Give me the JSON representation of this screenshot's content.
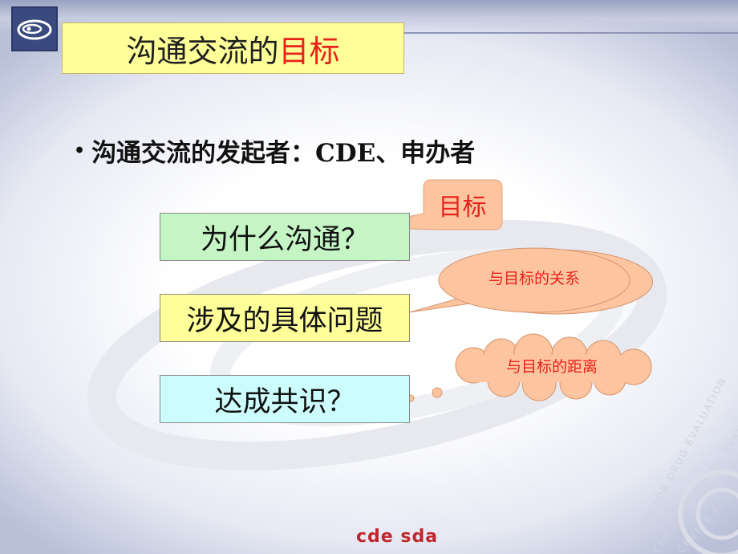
{
  "slide": {
    "title_main": "沟通交流的",
    "title_accent": "目标",
    "bullet_text": "沟通交流的发起者：CDE、申办者",
    "questions": [
      "为什么沟通？",
      "涉及的具体问题",
      "达成共识？"
    ],
    "callouts": {
      "target": "目标",
      "relation": "与目标的关系",
      "distance": "与目标的距离"
    },
    "footer": "cde sda",
    "watermark_text": "CENTER FOR DRUG EVALUATION"
  },
  "colors": {
    "title_bg": "#ffff99",
    "accent_red": "#e8231b",
    "box_green": "#c5f5c5",
    "box_yellow": "#ffff99",
    "box_cyan": "#ccfcfc",
    "callout_fill": "#fcc5a0",
    "footer_red": "#c0272d"
  },
  "icons": {
    "logo": "cde-eye-logo-icon",
    "bullet": "bullet-dot-icon"
  }
}
